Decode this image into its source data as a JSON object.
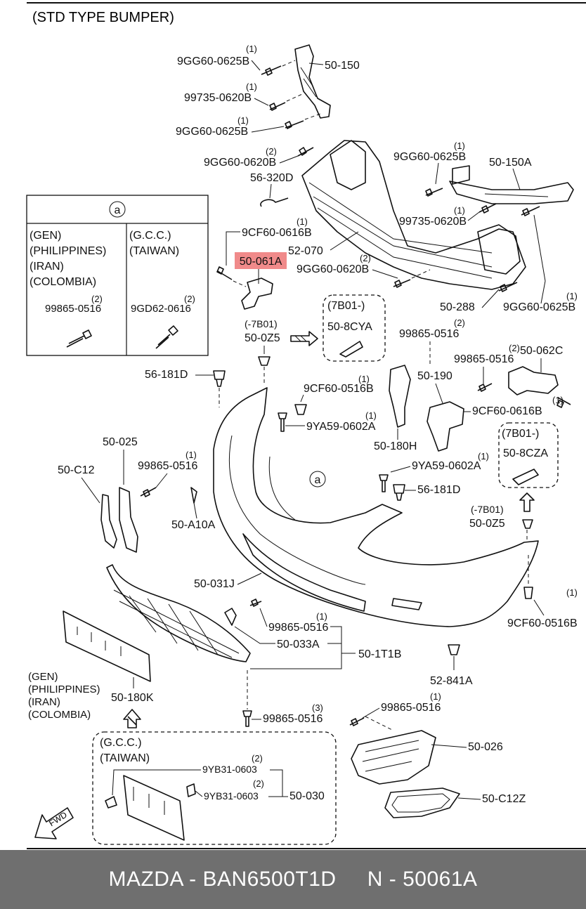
{
  "title": "(STD TYPE BUMPER)",
  "legend_box": {
    "symbol": "a",
    "col1": {
      "markets": [
        "(GEN)",
        "(PHILIPPINES)",
        "(IRAN)",
        "(COLOMBIA)"
      ],
      "qty": "(2)",
      "part": "99865-0516"
    },
    "col2": {
      "markets": [
        "(G.C.C.)",
        "(TAIWAN)"
      ],
      "qty": "(2)",
      "part": "9GD62-0616"
    }
  },
  "labels": {
    "p_9gg60_0625b_top": "9GG60-0625B",
    "q1": "(1)",
    "p_50_150": "50-150",
    "p_99735_0620b": "99735-0620B",
    "p_9gg60_0625b_2": "9GG60-0625B",
    "p_9gg60_0620b": "9GG60-0620B",
    "q2": "(2)",
    "p_56_320d": "56-320D",
    "p_9gg60_0625b_r": "9GG60-0625B",
    "p_50_150a": "50-150A",
    "p_99735_0620b_r": "99735-0620B",
    "p_9cf60_0616b": "9CF60-0616B",
    "p_52_070": "52-070",
    "p_50_061a": "50-061A",
    "p_9gg60_0620b_2": "9GG60-0620B",
    "p_50_288": "50-288",
    "p_9gg60_0625b_br": "9GG60-0625B",
    "p_7b01_minus": "(-7B01)",
    "p_50_0z5": "50-0Z5",
    "p_7b01_box": "(7B01-)",
    "p_50_8cya": "50-8CYA",
    "p_99865_0516_a": "99865-0516",
    "p_50_062c": "50-062C",
    "p_56_181d": "56-181D",
    "p_9cf60_0516b": "9CF60-0516B",
    "p_50_190": "50-190",
    "p_99865_0516_b": "99865-0516",
    "p_9ya59_0602a": "9YA59-0602A",
    "p_9cf60_0616b_2": "9CF60-0616B",
    "p_50_180h": "50-180H",
    "p_7b01_box2": "(7B01-)",
    "p_50_8cza": "50-8CZA",
    "p_50_025": "50-025",
    "p_50_c12": "50-C12",
    "p_99865_0516_c": "99865-0516",
    "p_9ya59_0602a_2": "9YA59-0602A",
    "p_56_181d_2": "56-181D",
    "p_50_a10a": "50-A10A",
    "p_7b01_minus2": "(-7B01)",
    "p_50_0z5_2": "50-0Z5",
    "p_50_031j": "50-031J",
    "p_99865_0516_d": "99865-0516",
    "p_9cf60_0516b_2": "9CF60-0516B",
    "p_50_033a": "50-033A",
    "p_50_1t1b": "50-1T1B",
    "p_52_841a": "52-841A",
    "p_50_180k": "50-180K",
    "markets_gen": [
      "(GEN)",
      "(PHILIPPINES)",
      "(IRAN)",
      "(COLOMBIA)"
    ],
    "p_99865_0516_e": "99865-0516",
    "q3": "(3)",
    "p_99865_0516_f": "99865-0516",
    "p_50_026": "50-026",
    "p_50_c12z": "50-C12Z",
    "markets_gcc": [
      "(G.C.C.)",
      "(TAIWAN)"
    ],
    "p_9yb31_0603": "9YB31-0603",
    "p_9yb31_0603_2": "9YB31-0603",
    "p_50_030": "50-030",
    "fwd": "FWD"
  },
  "colors": {
    "highlight": "#f08a8a",
    "footer_bg": "#6f6f6f"
  },
  "footer": {
    "brand": "MAZDA - BAN6500T1D",
    "part": "N - 50061A"
  }
}
